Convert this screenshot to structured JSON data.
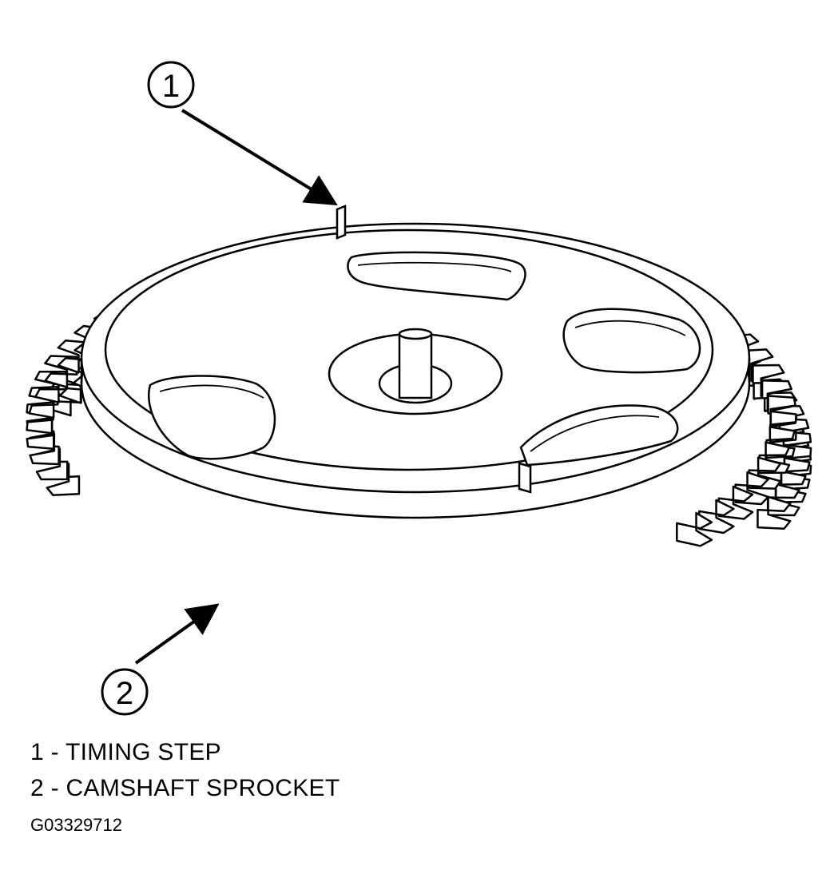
{
  "callouts": [
    {
      "number": "1"
    },
    {
      "number": "2"
    }
  ],
  "legend": [
    {
      "number": "1",
      "text": "1 - TIMING STEP"
    },
    {
      "number": "2",
      "text": "2 - CAMSHAFT SPROCKET"
    }
  ],
  "figure_id": "G03329712"
}
